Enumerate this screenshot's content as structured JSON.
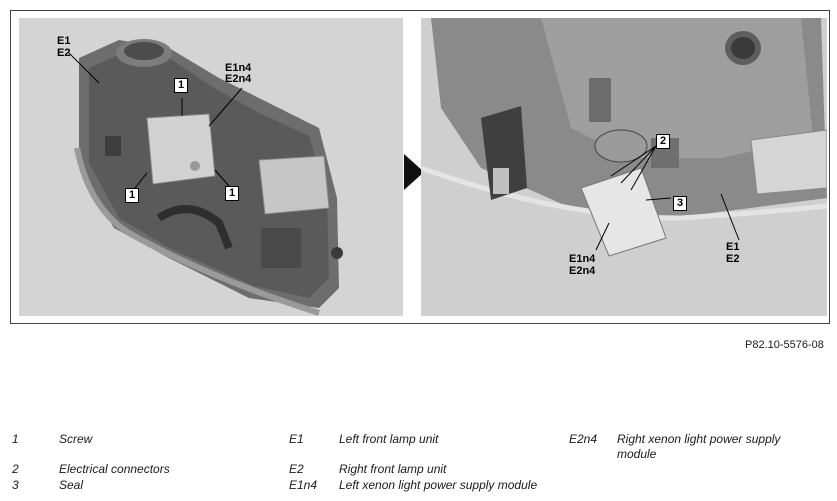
{
  "figure": {
    "left_panel": {
      "labels": {
        "e1": "E1",
        "e2": "E2",
        "e1n4": "E1n4",
        "e2n4": "E2n4",
        "one_top": "1",
        "one_left": "1",
        "one_right": "1"
      }
    },
    "right_panel": {
      "labels": {
        "two": "2",
        "three": "3",
        "e1n4": "E1n4",
        "e2n4": "E2n4",
        "e1": "E1",
        "e2": "E2"
      }
    },
    "reference": "P82.10-5576-08"
  },
  "legend": [
    {
      "code": "1",
      "text": "Screw"
    },
    {
      "code": "2",
      "text": "Electrical connectors"
    },
    {
      "code": "3",
      "text": "Seal"
    },
    {
      "code": "E1",
      "text": "Left front lamp unit"
    },
    {
      "code": "E2",
      "text": "Right front lamp unit"
    },
    {
      "code": "E1n4",
      "text": "Left xenon light power supply module"
    },
    {
      "code": "E2n4",
      "text": "Right xenon light power supply module"
    }
  ]
}
